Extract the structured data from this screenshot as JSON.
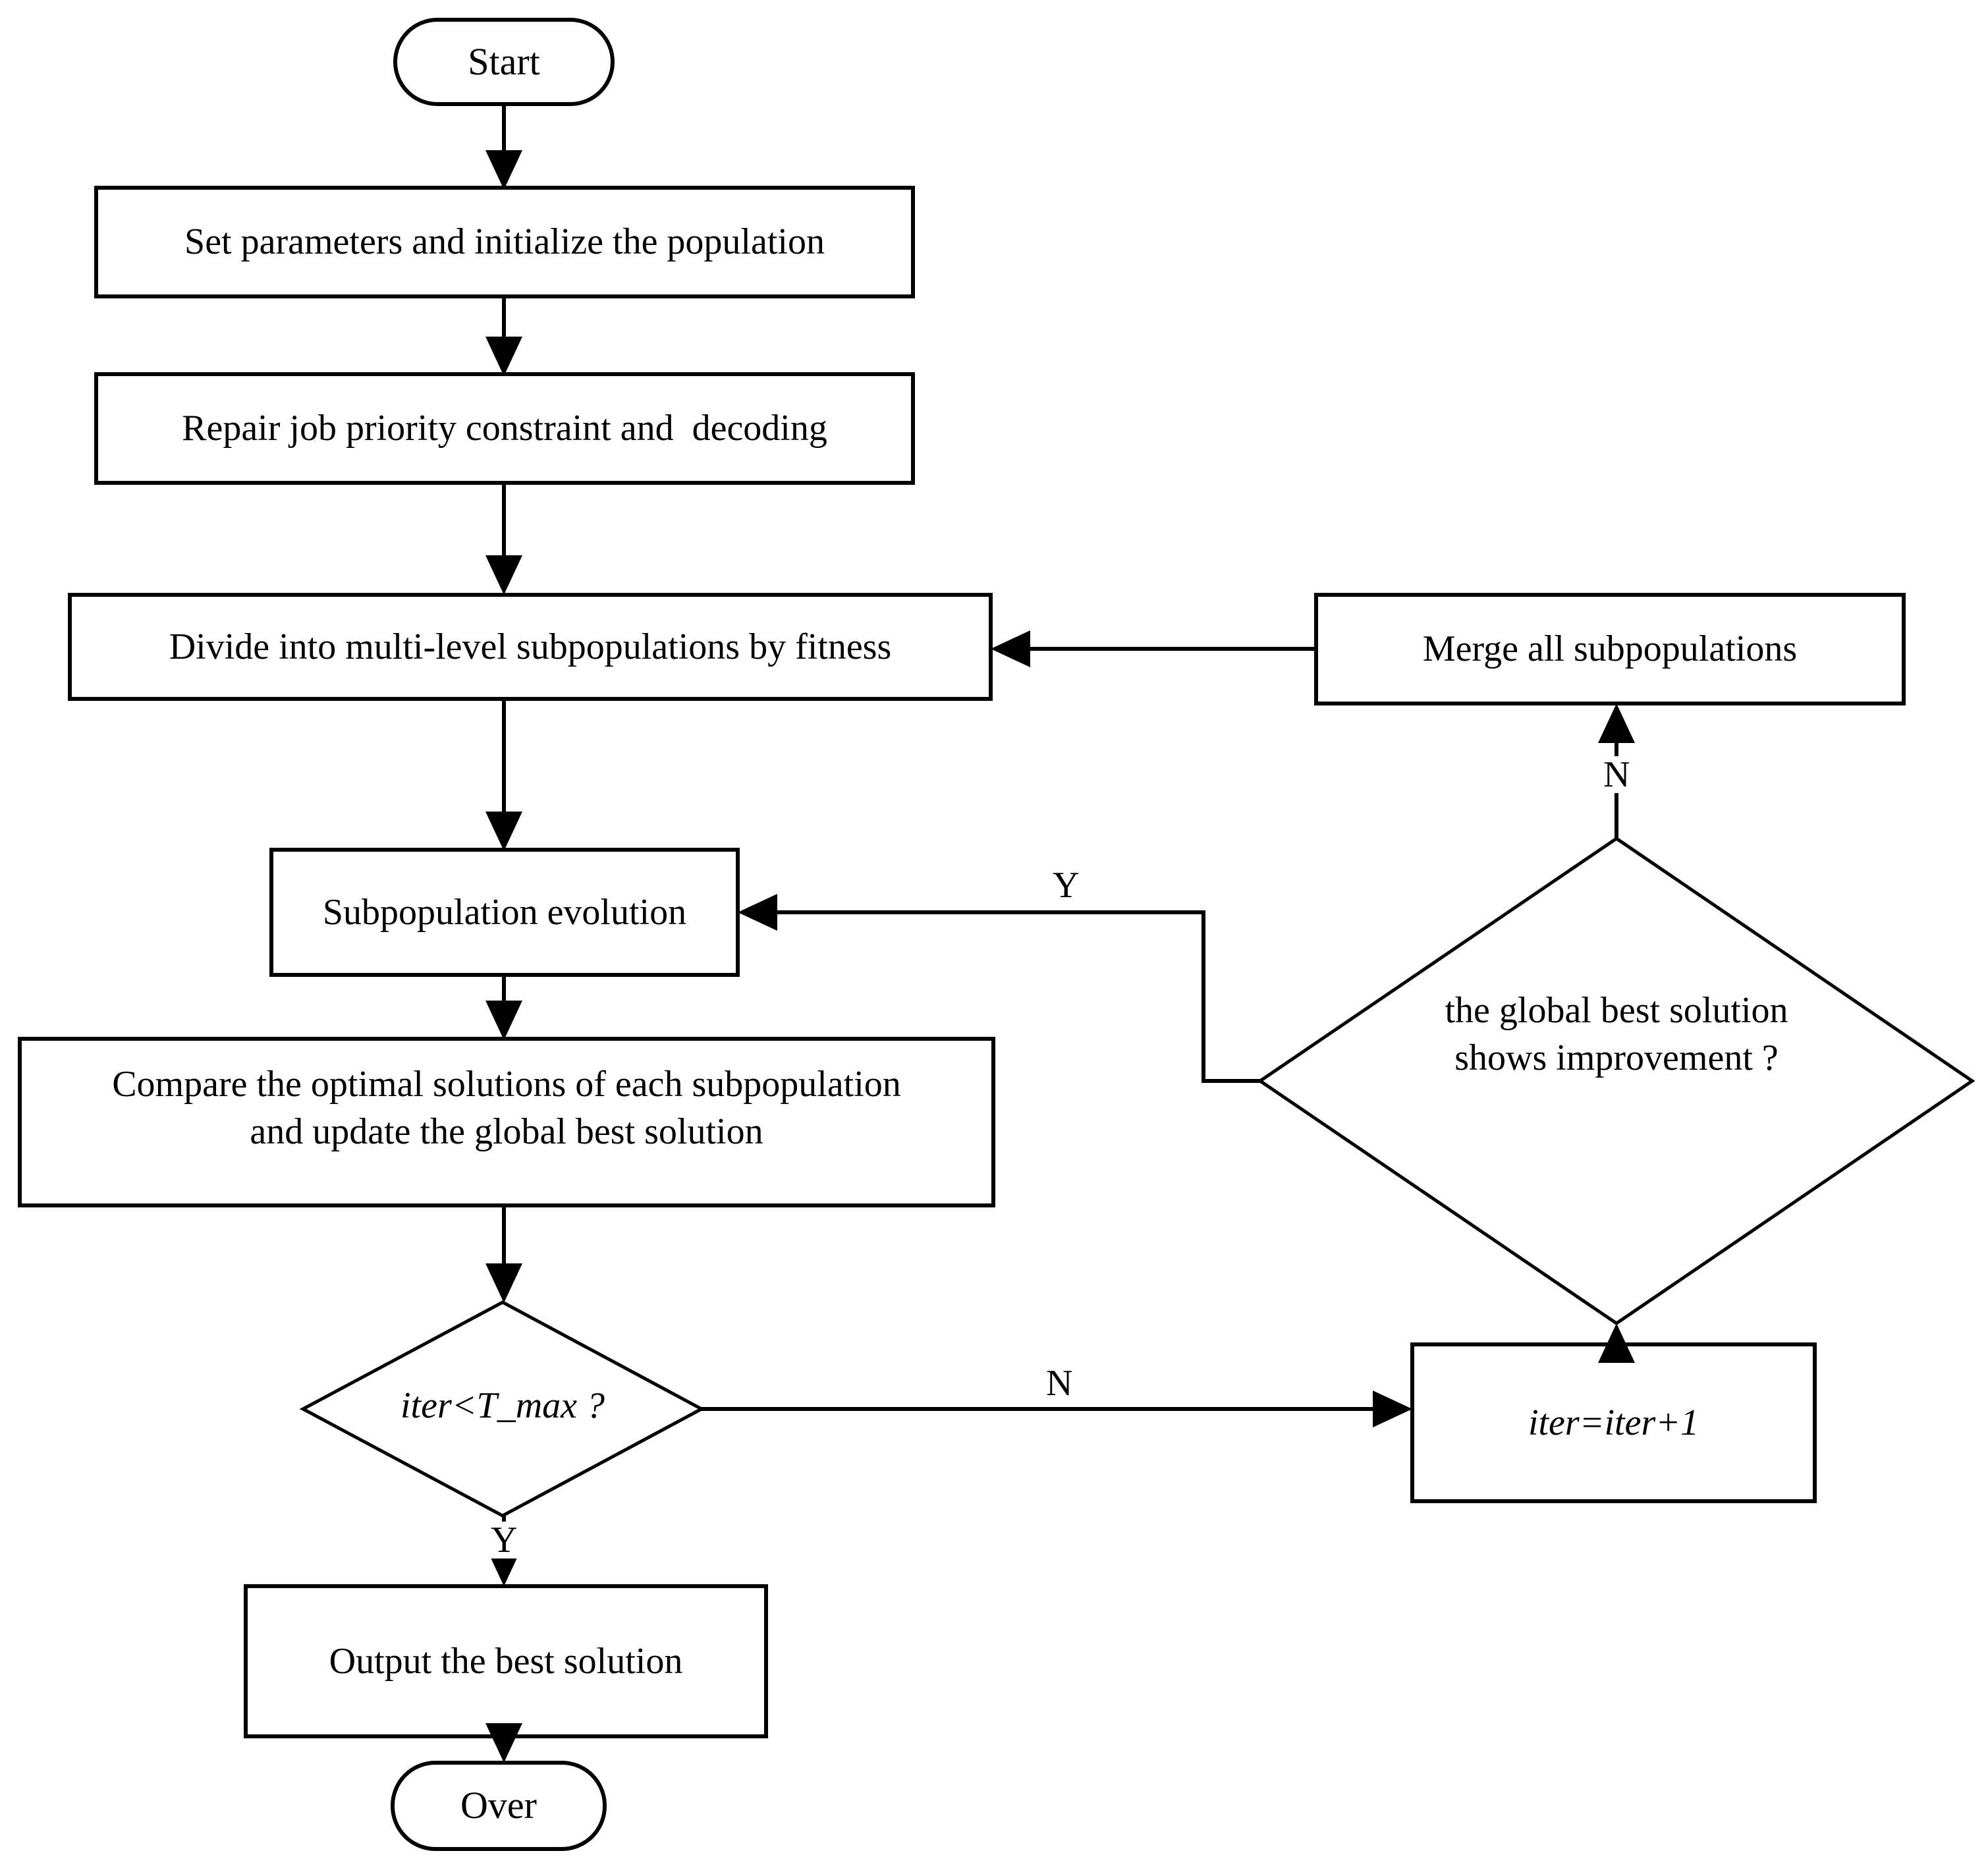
{
  "diagram": {
    "type": "flowchart",
    "title": "Multi-level subpopulation evolutionary algorithm flowchart",
    "background_color": "#ffffff",
    "line_color": "#000000",
    "text_color": "#000000"
  },
  "nodes": {
    "start": {
      "label": "Start",
      "shape": "stadium"
    },
    "set_parameters": {
      "label": "Set parameters and initialize the population",
      "shape": "rectangle"
    },
    "repair_decode": {
      "label": "Repair job priority constraint and  decoding",
      "shape": "rectangle"
    },
    "divide": {
      "label": "Divide into multi-level subpopulations by fitness",
      "shape": "rectangle"
    },
    "merge": {
      "label": "Merge all subpopulations",
      "shape": "rectangle"
    },
    "subpop_evolution": {
      "label": "Subpopulation evolution",
      "shape": "rectangle"
    },
    "improvement_decision": {
      "label_line1": "the global best solution",
      "label_line2": "shows improvement ?",
      "shape": "diamond"
    },
    "compare_update": {
      "label_line1": "Compare the optimal solutions of each subpopulation",
      "label_line2": "and update the global best solution",
      "shape": "rectangle"
    },
    "iter_decision": {
      "label": "iter<T_max ?",
      "shape": "diamond",
      "style": "italic"
    },
    "iter_increment": {
      "label": "iter=iter+1",
      "shape": "rectangle",
      "style": "italic"
    },
    "output_best": {
      "label": "Output the best solution",
      "shape": "rectangle"
    },
    "over": {
      "label": "Over",
      "shape": "stadium"
    }
  },
  "edge_labels": {
    "improvement_no": "N",
    "improvement_yes": "Y",
    "iter_no": "N",
    "iter_yes": "Y"
  }
}
